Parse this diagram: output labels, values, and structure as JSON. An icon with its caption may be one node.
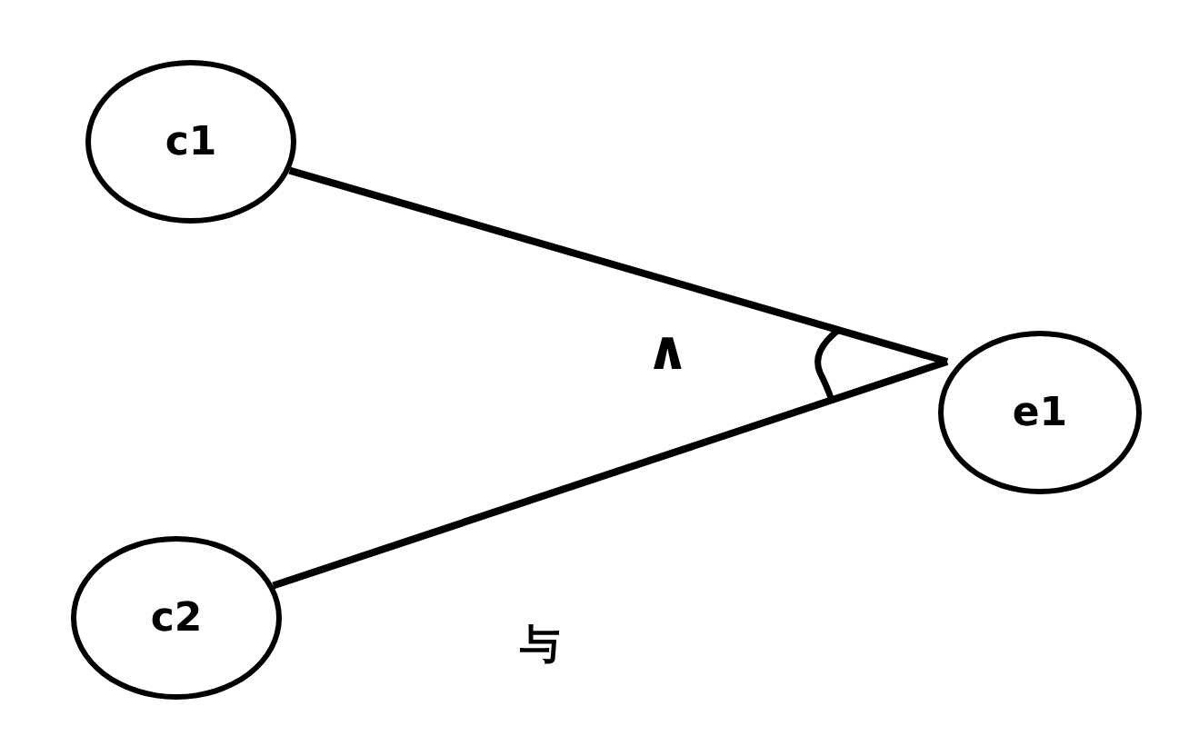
{
  "diagram": {
    "nodes": [
      {
        "text": [
          "c1"
        ]
      },
      {
        "text": [
          "c2"
        ]
      },
      {
        "text": [
          "e1"
        ]
      }
    ],
    "edges": [
      {
        "from": 0,
        "to": 2,
        "arrow": "none"
      },
      {
        "from": 1,
        "to": 2,
        "arrow": "none"
      }
    ],
    "labels": [
      "∧",
      "与"
    ]
  }
}
